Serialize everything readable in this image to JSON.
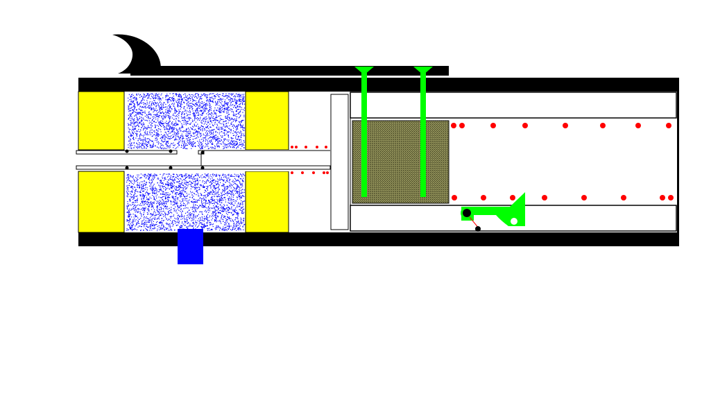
{
  "colors": {
    "background": "#ffffff",
    "wall": "#000000",
    "block": "#ffff00",
    "particle": "#0000ff",
    "outlet": "#0000ff",
    "rail_dot": "#ff0000",
    "probe": "#00ff00",
    "mesh": "#6b6b3a",
    "chamber": "#ffffff"
  },
  "elements": [
    "moon-icon",
    "top-bar",
    "housing-top-wall",
    "housing-bottom-wall",
    "yellow-block-top-left",
    "yellow-block-top-right",
    "yellow-block-bottom-left",
    "yellow-block-bottom-right",
    "particle-cloud-top",
    "particle-cloud-bottom",
    "blue-outlet",
    "center-shaft",
    "piston-plate",
    "mesh-block",
    "probe-rod-left",
    "probe-rod-right",
    "upper-chamber",
    "lower-chamber",
    "red-dot-row-upper",
    "red-dot-row-lower",
    "green-lever"
  ]
}
